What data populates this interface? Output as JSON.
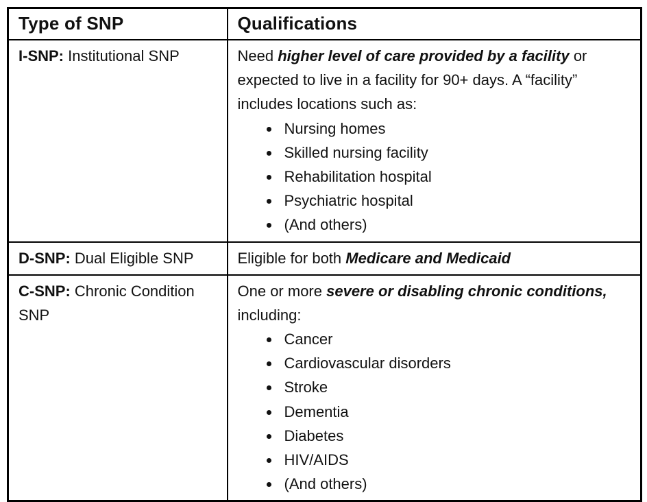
{
  "table": {
    "headers": {
      "type": "Type of SNP",
      "qualifications": "Qualifications"
    },
    "rows": [
      {
        "type_abbr": "I-SNP:",
        "type_rest": " Institutional SNP",
        "qual_pre": "Need ",
        "qual_em": "higher level of care provided by a facility",
        "qual_post": " or expected to live in a facility for 90+ days. A “facility” includes locations such as:",
        "bullets": [
          "Nursing homes",
          "Skilled nursing facility",
          "Rehabilitation hospital",
          "Psychiatric hospital",
          "(And others)"
        ]
      },
      {
        "type_abbr": "D-SNP:",
        "type_rest": " Dual Eligible SNP",
        "qual_pre": "Eligible for both ",
        "qual_em": "Medicare and Medicaid",
        "qual_post": ""
      },
      {
        "type_abbr": "C-SNP:",
        "type_rest": " Chronic Condition SNP",
        "qual_pre": "One or more ",
        "qual_em": "severe or disabling chronic conditions,",
        "qual_post": " including:",
        "bullets": [
          "Cancer",
          "Cardiovascular disorders",
          "Stroke",
          "Dementia",
          "Diabetes",
          "HIV/AIDS",
          "(And others)"
        ]
      }
    ]
  }
}
